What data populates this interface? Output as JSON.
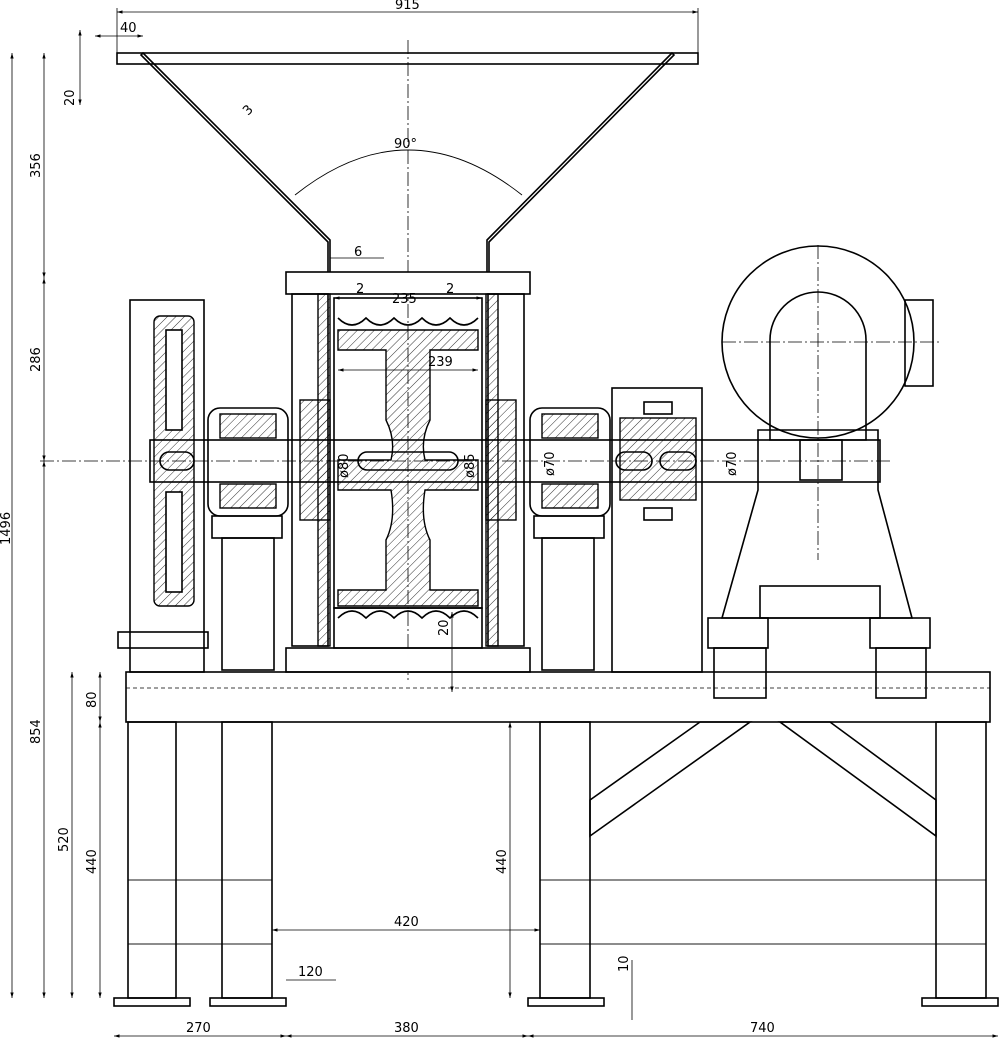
{
  "dimensions": {
    "top_width": "915",
    "flange_width": "40",
    "flange_thickness": "20",
    "plate_thickness": "3",
    "hopper_angle": "90°",
    "hopper_height": "356",
    "gap_6": "6",
    "clearance_left": "2",
    "clearance_right": "2",
    "housing_inner": "235",
    "rotor_width": "239",
    "housing_height": "286",
    "total_height": "1496",
    "shaft_d80": "ø80",
    "shaft_d85": "ø85",
    "shaft_d70_left": "ø70",
    "shaft_d70_right": "ø70",
    "gap_20": "20",
    "frame_beam": "80",
    "frame_height": "854",
    "leg_height": "520",
    "leg_inner_left": "440",
    "leg_inner_mid": "440",
    "span_420": "420",
    "foot_120": "120",
    "foot_10": "10",
    "bottom_270": "270",
    "bottom_380": "380",
    "bottom_740": "740"
  },
  "colors": {
    "line": "#000000",
    "background": "#ffffff"
  }
}
